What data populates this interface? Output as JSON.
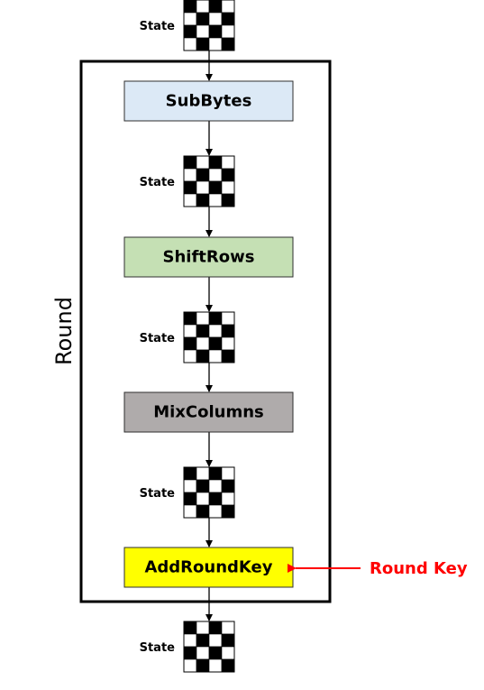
{
  "round_label": "Round",
  "state_label": "State",
  "steps": [
    {
      "label": "SubBytes",
      "color": "#DCE9F6"
    },
    {
      "label": "ShiftRows",
      "color": "#C5E0B4"
    },
    {
      "label": "MixColumns",
      "color": "#AFABAB"
    },
    {
      "label": "AddRoundKey",
      "color": "#FFFF00"
    }
  ],
  "round_key": {
    "label": "Round Key",
    "color": "#FF0000"
  },
  "colors": {
    "line": "#000000",
    "box_border": "#2F2F2F",
    "checker_dark": "#000000",
    "checker_light": "#FFFFFF"
  }
}
